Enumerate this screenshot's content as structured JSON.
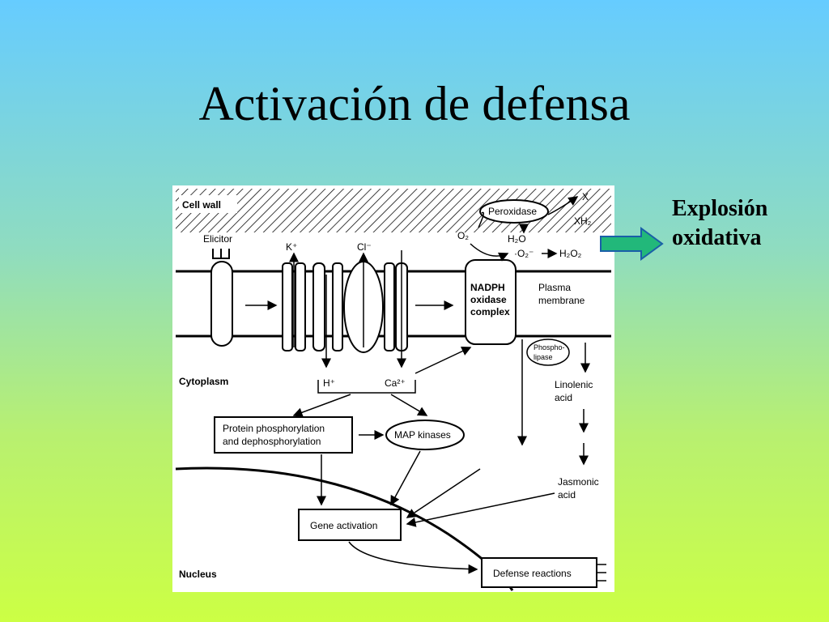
{
  "slide": {
    "title": "Activación de defensa"
  },
  "callout": {
    "line1": "Explosión",
    "line2": "oxidativa"
  },
  "diagram": {
    "cell_wall": "Cell wall",
    "elicitor": "Elicitor",
    "k_ion": "K⁺",
    "cl_ion": "Cl⁻",
    "o2": "O₂",
    "h2o": "H₂O",
    "o2_radical": "·O₂⁻",
    "h2o2": "H₂O₂",
    "peroxidase": "Peroxidase",
    "x": "X",
    "xh2": "XH₂",
    "nadph_line1": "NADPH",
    "nadph_line2": "oxidase",
    "nadph_line3": "complex",
    "plasma_line1": "Plasma",
    "plasma_line2": "membrane",
    "phospho_line1": "Phospho-",
    "phospho_line2": "lipase",
    "cytoplasm": "Cytoplasm",
    "h_ion": "H⁺",
    "ca_ion": "Ca²⁺",
    "linolenic_line1": "Linolenic",
    "linolenic_line2": "acid",
    "protein_line1": "Protein phosphorylation",
    "protein_line2": "and dephosphorylation",
    "map_kinases": "MAP kinases",
    "jasmonic_line1": "Jasmonic",
    "jasmonic_line2": "acid",
    "gene_activation": "Gene activation",
    "nucleus": "Nucleus",
    "defense_reactions": "Defense reactions"
  }
}
